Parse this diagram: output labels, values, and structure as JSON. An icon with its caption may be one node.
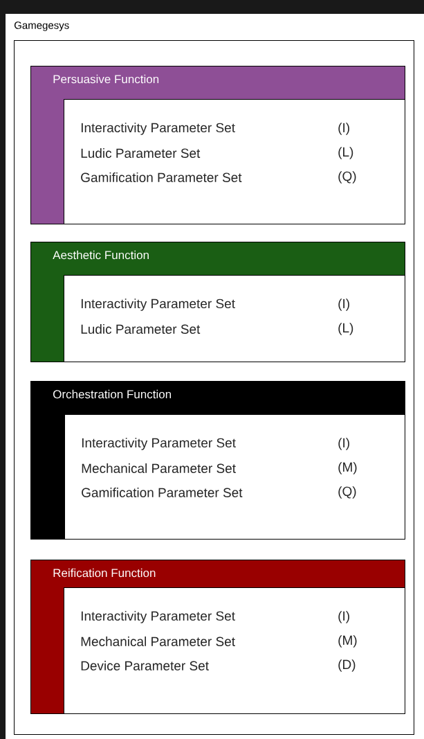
{
  "diagram": {
    "nodes": [
      {
        "text": [
          "Gamegesys"
        ]
      },
      {
        "text": [
          "Persuasive Function"
        ],
        "in": 0
      },
      {
        "text": [
          "Interactivity Parameter Set",
          "(I)",
          "Ludic Parameter Set",
          "(L)",
          "Gamification Parameter Set",
          "(Q)"
        ],
        "in": 1
      },
      {
        "text": [
          "Aesthetic Function"
        ],
        "in": 0
      },
      {
        "text": [
          "Interactivity Parameter Set",
          "(I)",
          "Ludic Parameter Set",
          "(L)"
        ],
        "in": 3
      },
      {
        "text": [
          "Orchestration Function"
        ],
        "in": 0
      },
      {
        "text": [
          "Interactivity Parameter Set",
          "(I)",
          "Mechanical Parameter Set",
          "(M)",
          "Gamification Parameter Set",
          "(Q)"
        ],
        "in": 5
      },
      {
        "text": [
          "Reification Function"
        ],
        "in": 0
      },
      {
        "text": [
          "Interactivity Parameter Set",
          "(I)",
          "Mechanical Parameter Set",
          "(M)",
          "Device Parameter Set",
          "(D)"
        ],
        "in": 7
      }
    ]
  }
}
